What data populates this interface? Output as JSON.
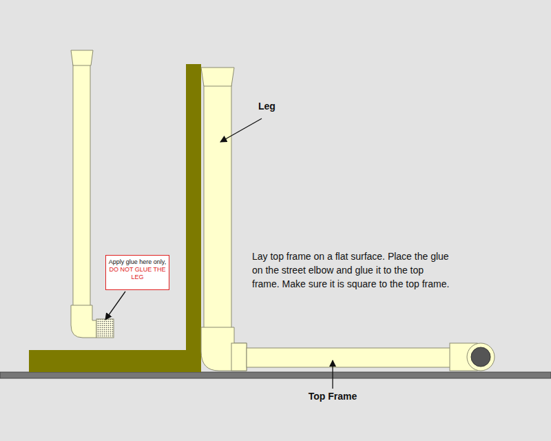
{
  "diagram": {
    "nodes": [
      {
        "text": [
          "Apply glue here only,",
          "DO NOT GLUE THE LEG"
        ]
      }
    ],
    "labels": [
      "Leg",
      "Lay top frame on a flat surface. Place the glue on the street elbow and glue it to the top frame. Make sure it is square to the top frame.",
      "Top Frame"
    ]
  }
}
